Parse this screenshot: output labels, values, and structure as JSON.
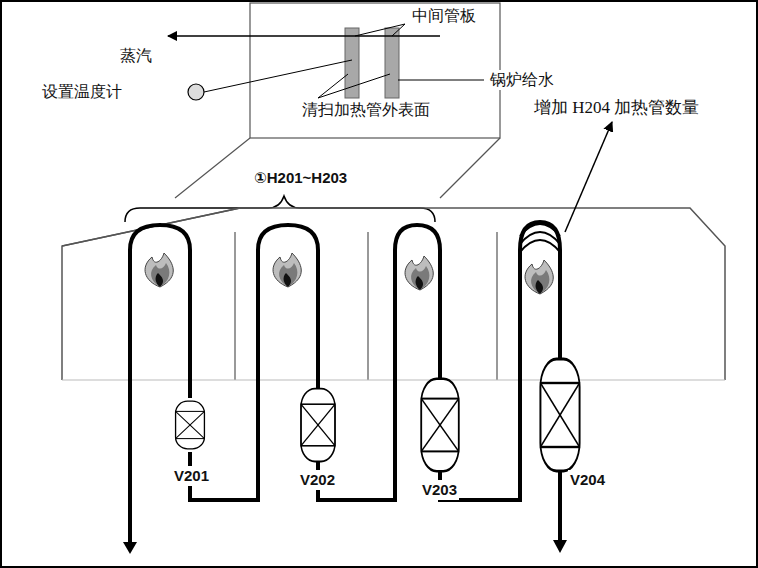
{
  "diagram": {
    "labels": [
      "蒸汽",
      "中间管板",
      "设置温度计",
      "锅炉给水",
      "清扫加热管外表面",
      "①H201~H203",
      "增加 H204 加热管数量",
      "V201",
      "V202",
      "V203",
      "V204"
    ]
  }
}
